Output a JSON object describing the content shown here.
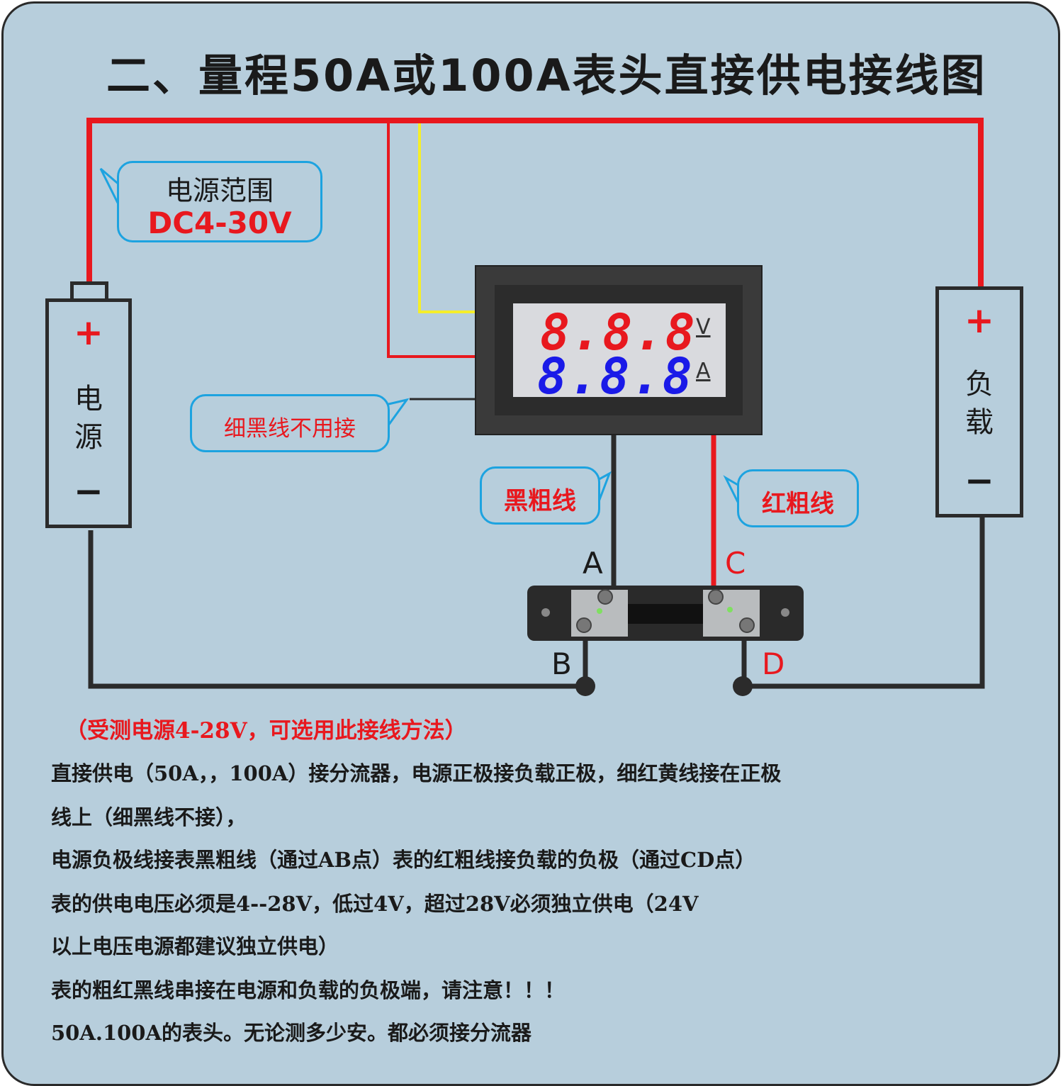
{
  "title": "二、量程50A或100A表头直接供电接线图",
  "range_bubble": {
    "label": "电源范围",
    "value": "DC4-30V"
  },
  "thin_black_bubble": {
    "label": "细黑线不用接"
  },
  "black_thick_bubble": {
    "label": "黑粗线"
  },
  "red_thick_bubble": {
    "label": "红粗线"
  },
  "power_supply": {
    "plus": "+",
    "label": "电\n源",
    "minus": "−"
  },
  "load": {
    "plus": "+",
    "label": "负\n载",
    "minus": "−"
  },
  "meter": {
    "voltage_display": "8.8.8",
    "current_display": "8.8.8",
    "voltage_unit": "V",
    "current_unit": "A"
  },
  "points": {
    "a": "A",
    "b": "B",
    "c": "C",
    "d": "D"
  },
  "notes": {
    "red": "（受测电源4-28V，可选用此接线方法）",
    "lines": [
      "直接供电（50A，，100A）接分流器，电源正极接负载正极，细红黄线接在正极",
      "线上（细黑线不接），",
      "电源负极线接表黑粗线（通过AB点）表的红粗线接负载的负极（通过CD点）",
      "表的供电电压必须是4--28V，低过4V，超过28V必须独立供电（24V",
      "以上电压电源都建议独立供电）",
      "表的粗红黑线串接在电源和负载的负极端，请注意！！！",
      "50A.100A的表头。无论测多少安。都必须接分流器"
    ]
  },
  "colors": {
    "wire_red": "#e8181e",
    "wire_yellow": "#f5ee2a",
    "wire_black": "#2b2b2b",
    "bubble_border": "#1da3e0",
    "background": "#b7cedc"
  }
}
